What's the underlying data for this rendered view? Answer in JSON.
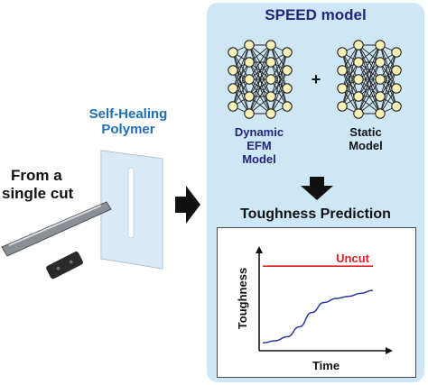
{
  "left": {
    "polymer_label_line1": "Self-Healing",
    "polymer_label_line2": "Polymer",
    "cut_label_line1": "From a",
    "cut_label_line2": "single cut"
  },
  "panel": {
    "title": "SPEED model",
    "plus": "+",
    "dynamic_line1": "Dynamic",
    "dynamic_line2": "EFM",
    "dynamic_line3": "Model",
    "static_line1": "Static",
    "static_line2": "Model",
    "prediction_title": "Toughness Prediction"
  },
  "chart_data": {
    "type": "line",
    "xlabel": "Time",
    "ylabel": "Toughness",
    "annotations": [
      "Uncut"
    ],
    "series": [
      {
        "name": "Uncut",
        "color": "#e02020",
        "values": [
          0.82,
          0.82
        ]
      },
      {
        "color": "#2b3a9a",
        "values": [
          0.06,
          0.08,
          0.12,
          0.22,
          0.36,
          0.46,
          0.5,
          0.52,
          0.55,
          0.58
        ]
      }
    ]
  },
  "colors": {
    "panel_bg": "#cde7f7",
    "title_blue": "#1e6fb8",
    "dark_blue": "#23247a",
    "node_fill": "#fbf0b8",
    "uncut_red": "#e02020",
    "curve_blue": "#2b3a9a"
  }
}
